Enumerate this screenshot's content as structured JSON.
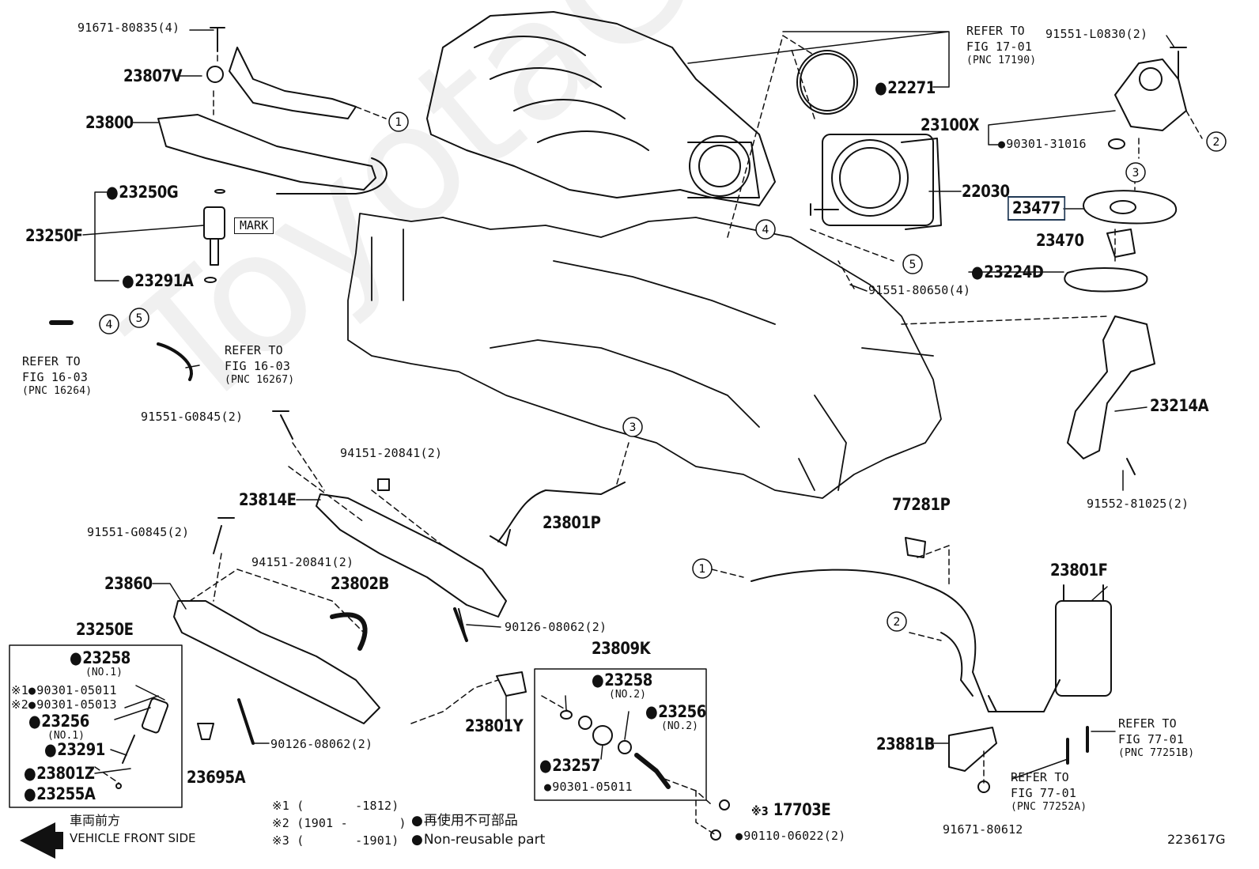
{
  "watermark": "ToyotaCarMiner.ru",
  "figure_id": "223617G",
  "highlight_part": "23477",
  "parts": {
    "p91671_80835": "91671-80835(4)",
    "p23807V": "23807V",
    "p23800": "23800",
    "p23250G": "23250G",
    "p23250F": "23250F",
    "mark": "MARK",
    "p23291A": "23291A",
    "p22271": "22271",
    "p91551_L0830": "91551-L0830(2)",
    "p23100X": "23100X",
    "p90301_31016": "90301-31016",
    "p22030": "22030",
    "p23477": "23477",
    "p23470": "23470",
    "p23224D": "23224D",
    "p91551_80650": "91551-80650(4)",
    "p23214A": "23214A",
    "p91552_81025": "91552-81025(2)",
    "p91551_G0845_a": "91551-G0845(2)",
    "p94151_20841_a": "94151-20841(2)",
    "p23814E": "23814E",
    "p23801P": "23801P",
    "p91551_G0845_b": "91551-G0845(2)",
    "p94151_20841_b": "94151-20841(2)",
    "p23860": "23860",
    "p23802B": "23802B",
    "p90126_08062_a": "90126-08062(2)",
    "p23250E": "23250E",
    "p23258_1": "23258",
    "no1_a": "(NO.1)",
    "p90301_05011_a": "90301-05011",
    "p90301_05013": "90301-05013",
    "p23256_1": "23256",
    "no1_b": "(NO.1)",
    "p23291": "23291",
    "p23801Z": "23801Z",
    "p23255A": "23255A",
    "p23695A": "23695A",
    "p90126_08062_b": "90126-08062(2)",
    "p23801Y": "23801Y",
    "p23809K": "23809K",
    "p23258_2": "23258",
    "no2_a": "(NO.2)",
    "p23256_2": "23256",
    "no2_b": "(NO.2)",
    "p23257": "23257",
    "p90301_05011_b": "90301-05011",
    "p17703E": "17703E",
    "p90110_06022": "90110-06022(2)",
    "p77281P": "77281P",
    "p23801F": "23801F",
    "p23881B": "23881B",
    "p91671_80612": "91671-80612"
  },
  "marks": {
    "x1": "※1",
    "x2": "※2",
    "x3": "※3"
  },
  "refs": {
    "r17_01": [
      "REFER TO",
      "FIG 17-01",
      "(PNC 17190)"
    ],
    "r16_03a": [
      "REFER TO",
      "FIG 16-03",
      "(PNC 16264)"
    ],
    "r16_03b": [
      "REFER TO",
      "FIG 16-03",
      "(PNC 16267)"
    ],
    "r77_01a": [
      "REFER TO",
      "FIG 77-01",
      "(PNC 77251B)"
    ],
    "r77_01b": [
      "REFER TO",
      "FIG 77-01",
      "(PNC 77252A)"
    ]
  },
  "callouts": [
    "1",
    "2",
    "3",
    "4",
    "5"
  ],
  "footnotes": {
    "n1": "※1 (       -1812)",
    "n2": "※2 (1901 -       )",
    "n3": "※3 (       -1901)"
  },
  "legend": {
    "jp": "再使用不可部品",
    "en": "Non-reusable part"
  },
  "direction": {
    "jp": "車両前方",
    "en": "VEHICLE FRONT SIDE"
  }
}
